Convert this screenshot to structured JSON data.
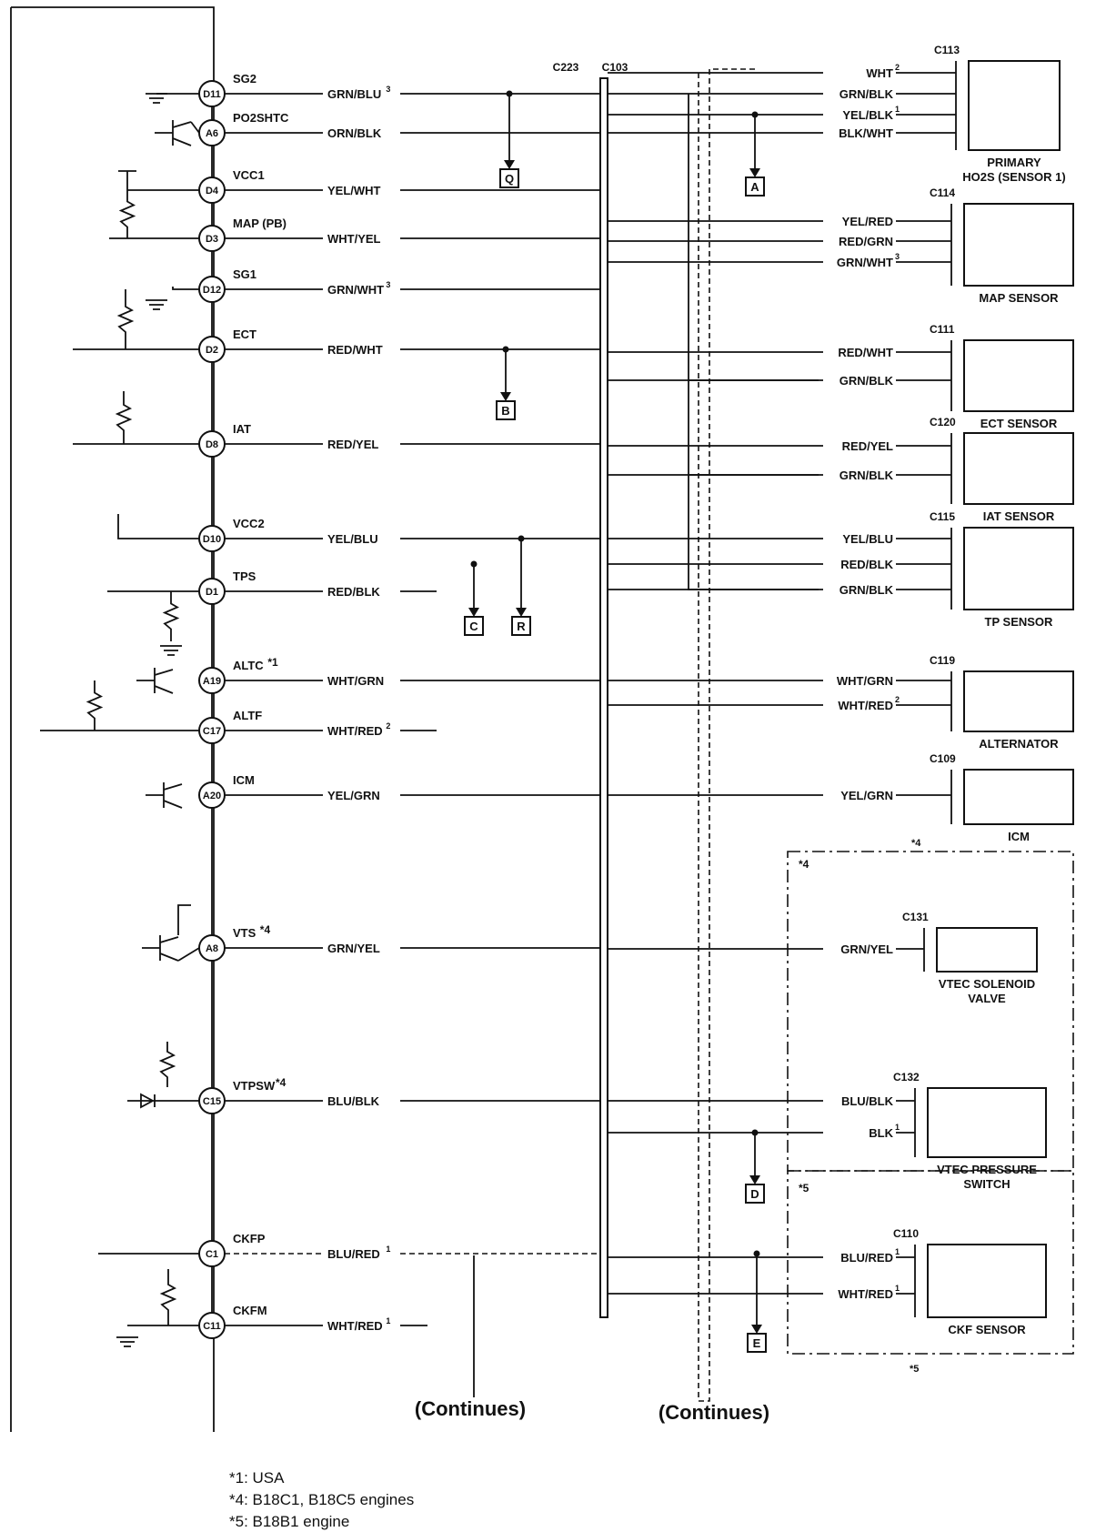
{
  "ecm_pins": [
    {
      "pin": "D11",
      "name": "SG2",
      "wire": "GRN/BLU",
      "sup": "3"
    },
    {
      "pin": "A6",
      "name": "PO2SHTC",
      "wire": "ORN/BLK",
      "sup": ""
    },
    {
      "pin": "D4",
      "name": "VCC1",
      "wire": "YEL/WHT",
      "sup": ""
    },
    {
      "pin": "D3",
      "name": "MAP (PB)",
      "wire": "WHT/YEL",
      "sup": ""
    },
    {
      "pin": "D12",
      "name": "SG1",
      "wire": "GRN/WHT",
      "sup": "3"
    },
    {
      "pin": "D2",
      "name": "ECT",
      "wire": "RED/WHT",
      "sup": ""
    },
    {
      "pin": "D8",
      "name": "IAT",
      "wire": "RED/YEL",
      "sup": ""
    },
    {
      "pin": "D10",
      "name": "VCC2",
      "wire": "YEL/BLU",
      "sup": ""
    },
    {
      "pin": "D1",
      "name": "TPS",
      "wire": "RED/BLK",
      "sup": ""
    },
    {
      "pin": "A19",
      "name": "ALTC",
      "wire": "WHT/GRN",
      "sup": "",
      "note": "*1"
    },
    {
      "pin": "C17",
      "name": "ALTF",
      "wire": "WHT/RED",
      "sup": "2"
    },
    {
      "pin": "A20",
      "name": "ICM",
      "wire": "YEL/GRN",
      "sup": ""
    },
    {
      "pin": "A8",
      "name": "VTS",
      "wire": "GRN/YEL",
      "sup": "",
      "note": "*4"
    },
    {
      "pin": "C15",
      "name": "VTPSW",
      "wire": "BLU/BLK",
      "sup": "",
      "note": "*4"
    },
    {
      "pin": "C1",
      "name": "CKFP",
      "wire": "BLU/RED",
      "sup": "1"
    },
    {
      "pin": "C11",
      "name": "CKFM",
      "wire": "WHT/RED",
      "sup": "1"
    }
  ],
  "junction_connectors": [
    "C223",
    "C103"
  ],
  "components": [
    {
      "connector": "C113",
      "name": "PRIMARY",
      "name2": "HO2S (SENSOR 1)",
      "wires": [
        {
          "t": "WHT",
          "s": "2"
        },
        {
          "t": "GRN/BLK",
          "s": ""
        },
        {
          "t": "YEL/BLK",
          "s": "1"
        },
        {
          "t": "BLK/WHT",
          "s": ""
        }
      ]
    },
    {
      "connector": "C114",
      "name": "MAP SENSOR",
      "wires": [
        {
          "t": "YEL/RED",
          "s": ""
        },
        {
          "t": "RED/GRN",
          "s": ""
        },
        {
          "t": "GRN/WHT",
          "s": "3"
        }
      ]
    },
    {
      "connector": "C111",
      "name": "ECT SENSOR",
      "wires": [
        {
          "t": "RED/WHT",
          "s": ""
        },
        {
          "t": "GRN/BLK",
          "s": ""
        }
      ]
    },
    {
      "connector": "C120",
      "name": "IAT SENSOR",
      "wires": [
        {
          "t": "RED/YEL",
          "s": ""
        },
        {
          "t": "GRN/BLK",
          "s": ""
        }
      ]
    },
    {
      "connector": "C115",
      "name": "TP SENSOR",
      "wires": [
        {
          "t": "YEL/BLU",
          "s": ""
        },
        {
          "t": "RED/BLK",
          "s": ""
        },
        {
          "t": "GRN/BLK",
          "s": ""
        }
      ]
    },
    {
      "connector": "C119",
      "name": "ALTERNATOR",
      "wires": [
        {
          "t": "WHT/GRN",
          "s": ""
        },
        {
          "t": "WHT/RED",
          "s": "2"
        }
      ]
    },
    {
      "connector": "C109",
      "name": "ICM",
      "wires": [
        {
          "t": "YEL/GRN",
          "s": ""
        }
      ]
    },
    {
      "connector": "C131",
      "name": "VTEC SOLENOID",
      "name2": "VALVE",
      "wires": [
        {
          "t": "GRN/YEL",
          "s": ""
        }
      ]
    },
    {
      "connector": "C132",
      "name": "VTEC PRESSURE",
      "name2": "SWITCH",
      "wires": [
        {
          "t": "BLU/BLK",
          "s": ""
        },
        {
          "t": "BLK",
          "s": "1"
        }
      ]
    },
    {
      "connector": "C110",
      "name": "CKF SENSOR",
      "wires": [
        {
          "t": "BLU/RED",
          "s": "1"
        },
        {
          "t": "WHT/RED",
          "s": "1"
        }
      ]
    }
  ],
  "refs": [
    "Q",
    "A",
    "B",
    "C",
    "R",
    "D",
    "E"
  ],
  "group_notes": {
    "g4": "*4",
    "g5": "*5"
  },
  "continues": "(Continues)",
  "footnotes": [
    "*1: USA",
    "*4: B18C1, B18C5 engines",
    "*5: B18B1 engine"
  ]
}
